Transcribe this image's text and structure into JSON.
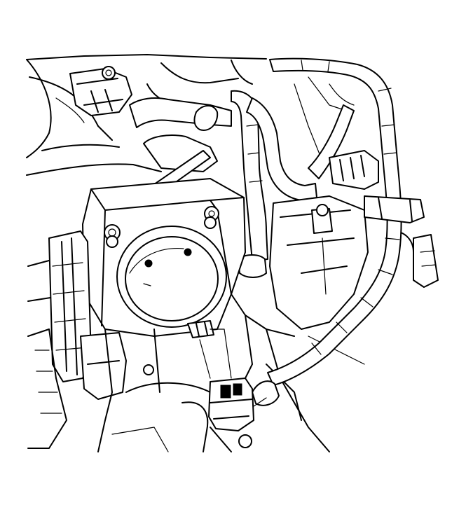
{
  "illustration": {
    "background": "#ffffff",
    "line_color": "#000000",
    "parts": [
      {
        "id": "engine-harness",
        "icon": "wiring-harness-icon"
      },
      {
        "id": "throttle-body",
        "icon": "throttle-body-icon"
      },
      {
        "id": "tps-connector",
        "icon": "electrical-connector-icon"
      },
      {
        "id": "sensor-connector-top",
        "icon": "electrical-connector-icon"
      },
      {
        "id": "harness-clip",
        "icon": "clip-icon"
      },
      {
        "id": "vacuum-hoses",
        "icon": "hose-icon"
      }
    ]
  }
}
